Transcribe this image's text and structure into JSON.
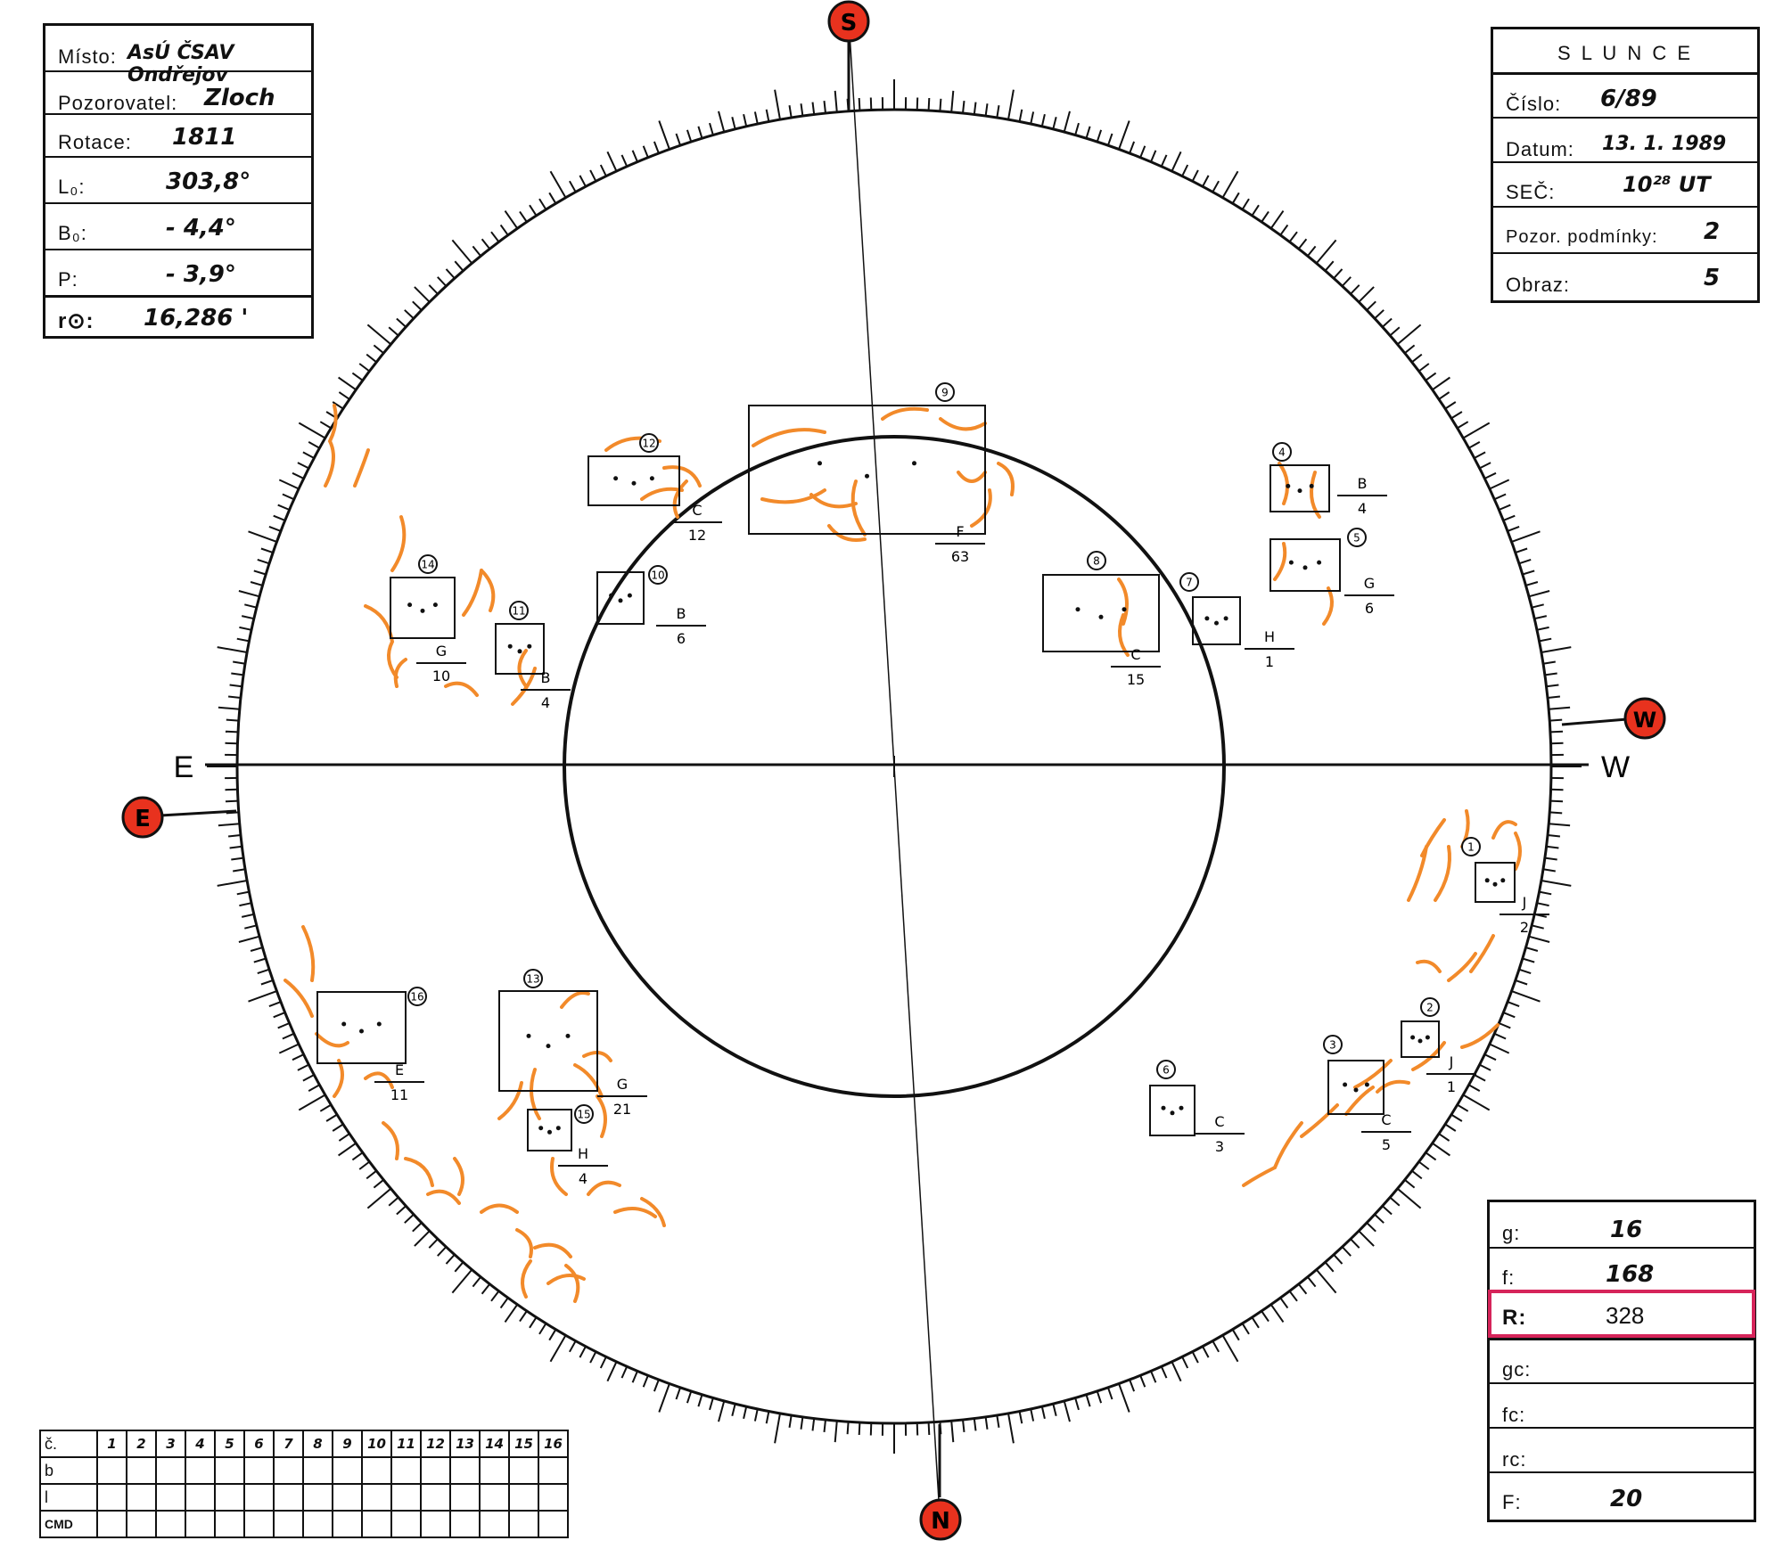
{
  "observation_box": {
    "rows": [
      {
        "label": "Místo:",
        "value": "AsÚ ČSAV Ondřejov"
      },
      {
        "label": "Pozorovatel:",
        "value": "Zloch"
      },
      {
        "label": "Rotace:",
        "value": "1811"
      },
      {
        "label": "L₀:",
        "value": "303,8°"
      },
      {
        "label": "B₀:",
        "value": "- 4,4°"
      },
      {
        "label": "P:",
        "value": "- 3,9°"
      },
      {
        "label": "r⊙:",
        "value": "16,286 '"
      }
    ]
  },
  "slunce_box": {
    "title": "S L U N C E",
    "rows": [
      {
        "label": "Číslo:",
        "value": "6/89"
      },
      {
        "label": "Datum:",
        "value": "13. 1. 1989"
      },
      {
        "label": "SEČ:",
        "value": "10²⁸ UT"
      },
      {
        "label": "Pozor. podmínky:",
        "value": "2"
      },
      {
        "label": "Obraz:",
        "value": "5"
      }
    ]
  },
  "stats_box": {
    "rows": [
      {
        "label": "g:",
        "value": "16"
      },
      {
        "label": "f:",
        "value": "168"
      },
      {
        "label": "R:",
        "value": "328"
      },
      {
        "label": "gc:",
        "value": ""
      },
      {
        "label": "fc:",
        "value": ""
      },
      {
        "label": "rc:",
        "value": ""
      },
      {
        "label": "F:",
        "value": "20"
      }
    ],
    "highlight_color": "#d6245a"
  },
  "compass": {
    "top": "S",
    "bottom": "N",
    "left_marker": "E",
    "right_marker": "W",
    "left_axis": "E",
    "right_axis": "W",
    "marker_color": "#e8321e"
  },
  "groups": [
    {
      "num": "1",
      "type": "J",
      "count": "2"
    },
    {
      "num": "2",
      "type": "J",
      "count": "1"
    },
    {
      "num": "3",
      "type": "C",
      "count": "5"
    },
    {
      "num": "4",
      "type": "B",
      "count": "4"
    },
    {
      "num": "5",
      "type": "G",
      "count": "6"
    },
    {
      "num": "6",
      "type": "C",
      "count": "3"
    },
    {
      "num": "7",
      "type": "H",
      "count": "1"
    },
    {
      "num": "8",
      "type": "C",
      "count": "15"
    },
    {
      "num": "9",
      "type": "F",
      "count": "63"
    },
    {
      "num": "10",
      "type": "B",
      "count": "6"
    },
    {
      "num": "11",
      "type": "B",
      "count": "4"
    },
    {
      "num": "12",
      "type": "C",
      "count": "12"
    },
    {
      "num": "13",
      "type": "G",
      "count": "21"
    },
    {
      "num": "14",
      "type": "G",
      "count": "10"
    },
    {
      "num": "15",
      "type": "H",
      "count": "4"
    },
    {
      "num": "16",
      "type": "E",
      "count": "11"
    }
  ],
  "bottom_table": {
    "row_labels": [
      "č.",
      "b",
      "l",
      "CMD"
    ],
    "numbers": [
      "1",
      "2",
      "3",
      "4",
      "5",
      "6",
      "7",
      "8",
      "9",
      "10",
      "11",
      "12",
      "13",
      "14",
      "15",
      "16"
    ]
  },
  "colors": {
    "faculae": "#f28a2a",
    "ink": "#111111"
  }
}
